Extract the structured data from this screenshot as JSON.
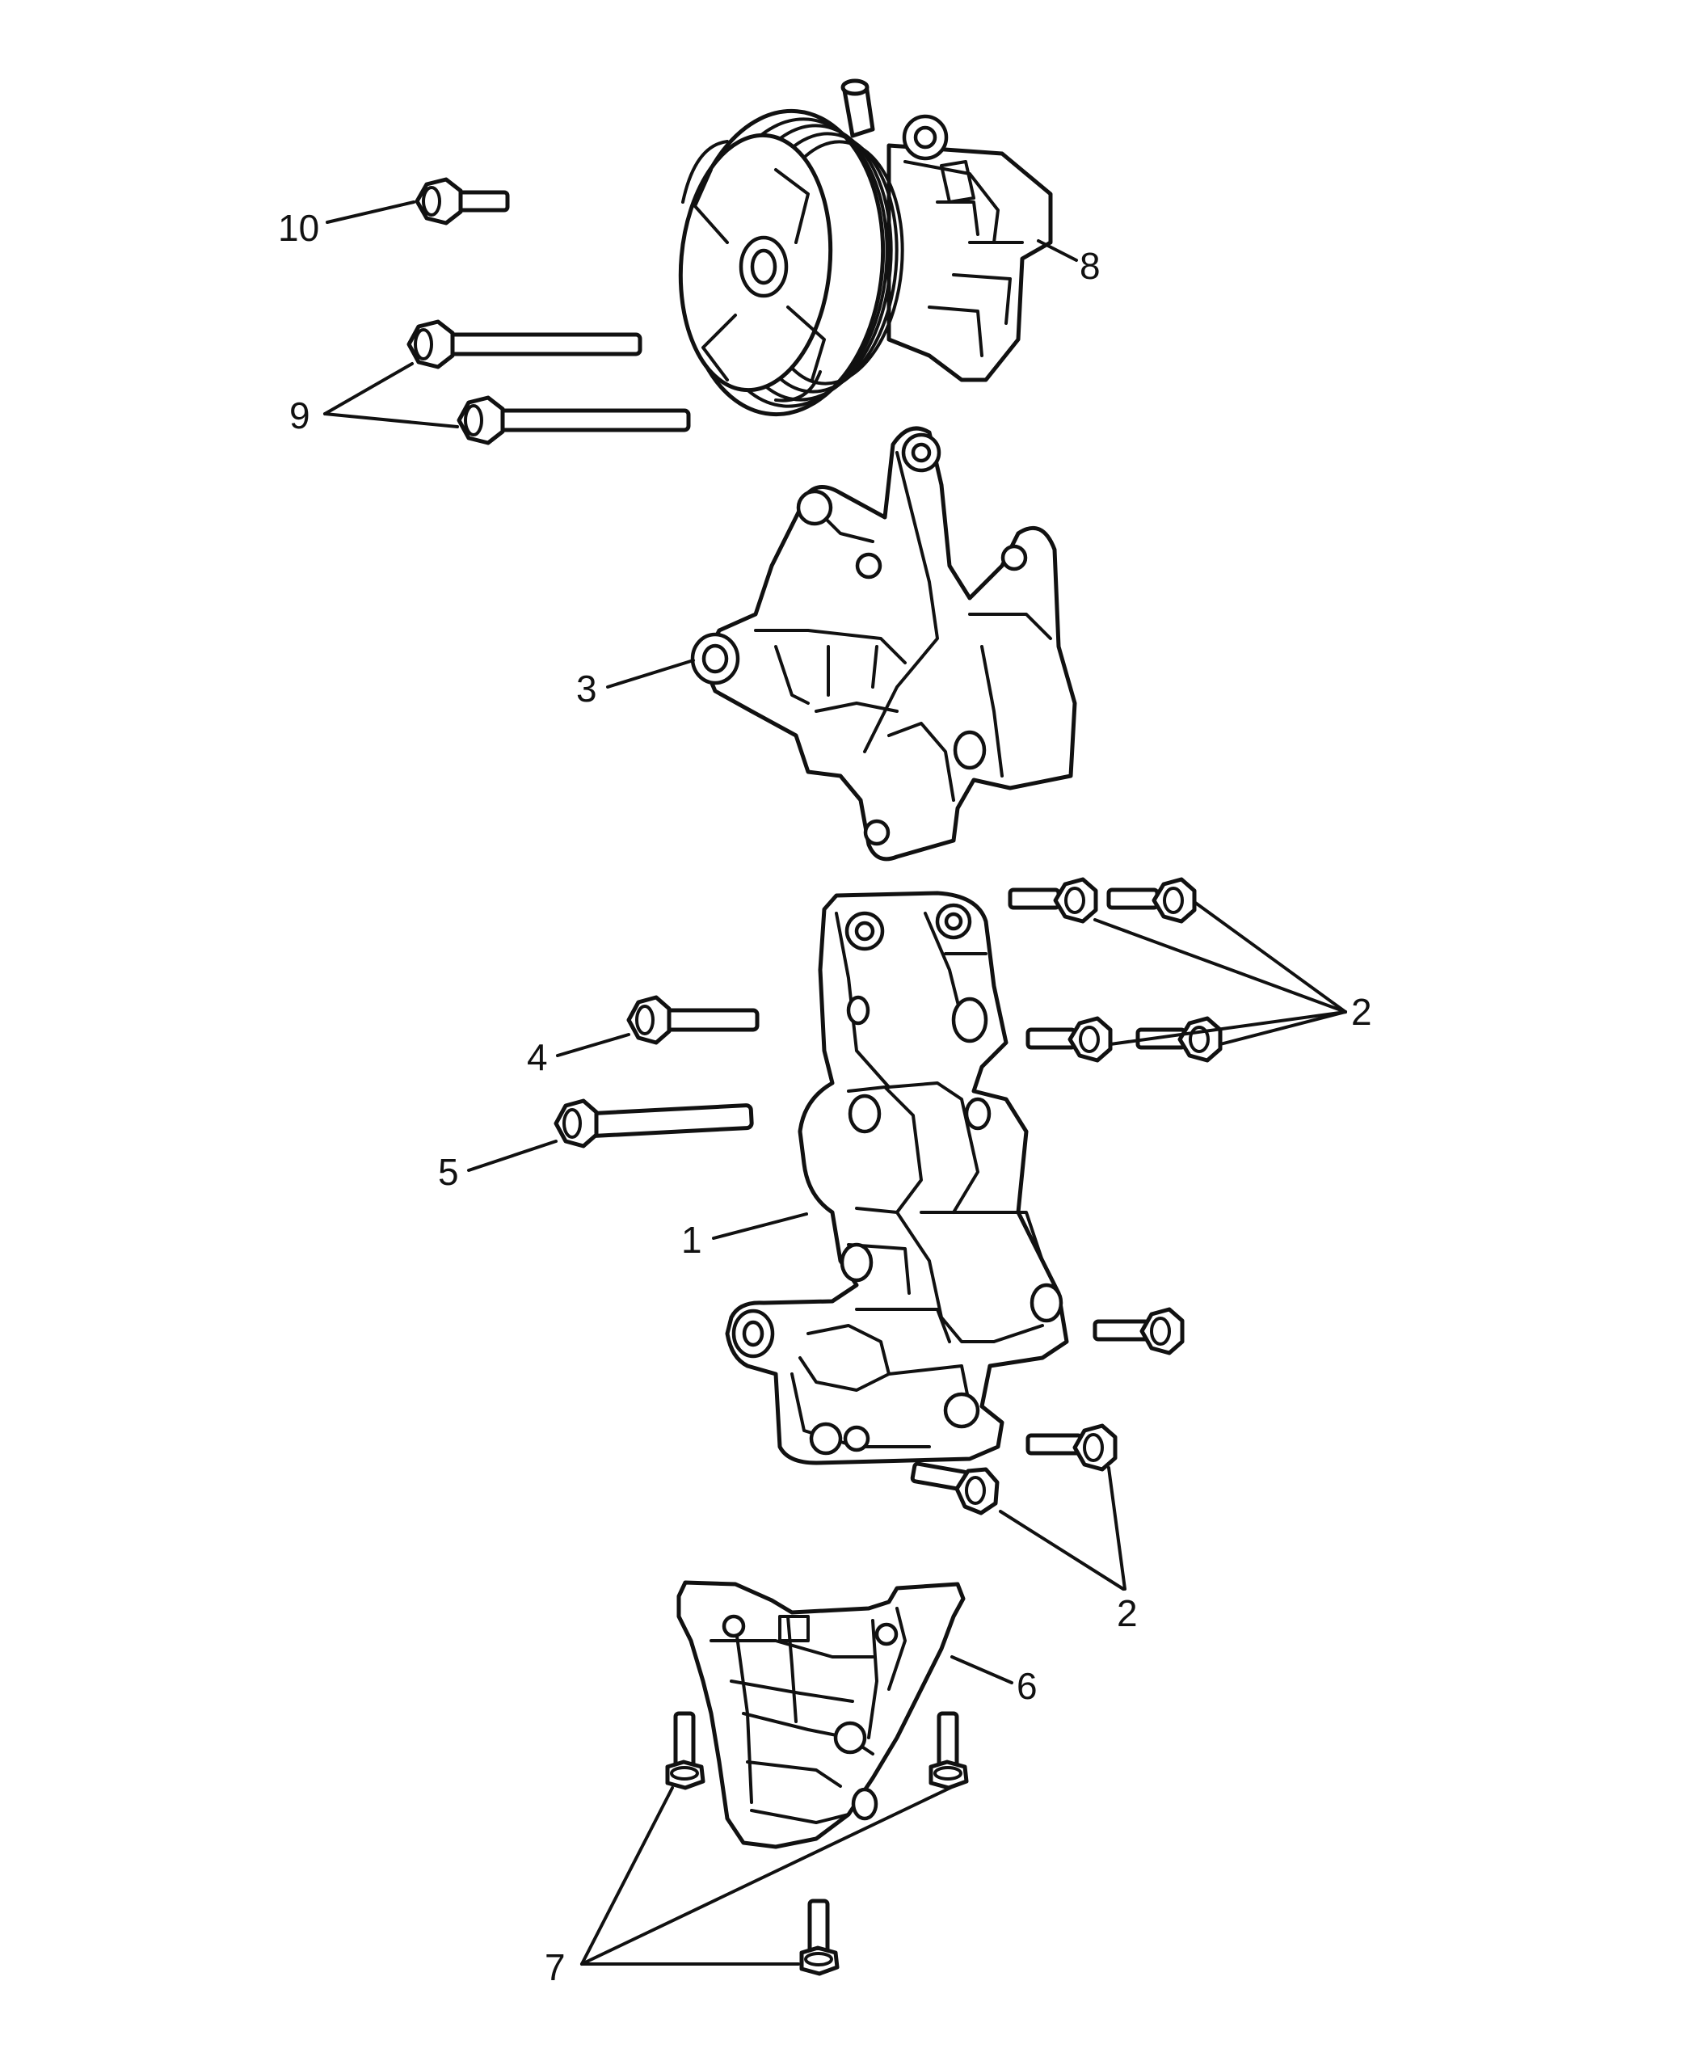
{
  "callouts": {
    "c1": "1",
    "c2a": "2",
    "c2b": "2",
    "c3": "3",
    "c4": "4",
    "c5": "5",
    "c6": "6",
    "c7": "7",
    "c8": "8",
    "c9": "9",
    "c10": "10"
  },
  "colors": {
    "line": "#111111",
    "background": "#ffffff"
  }
}
